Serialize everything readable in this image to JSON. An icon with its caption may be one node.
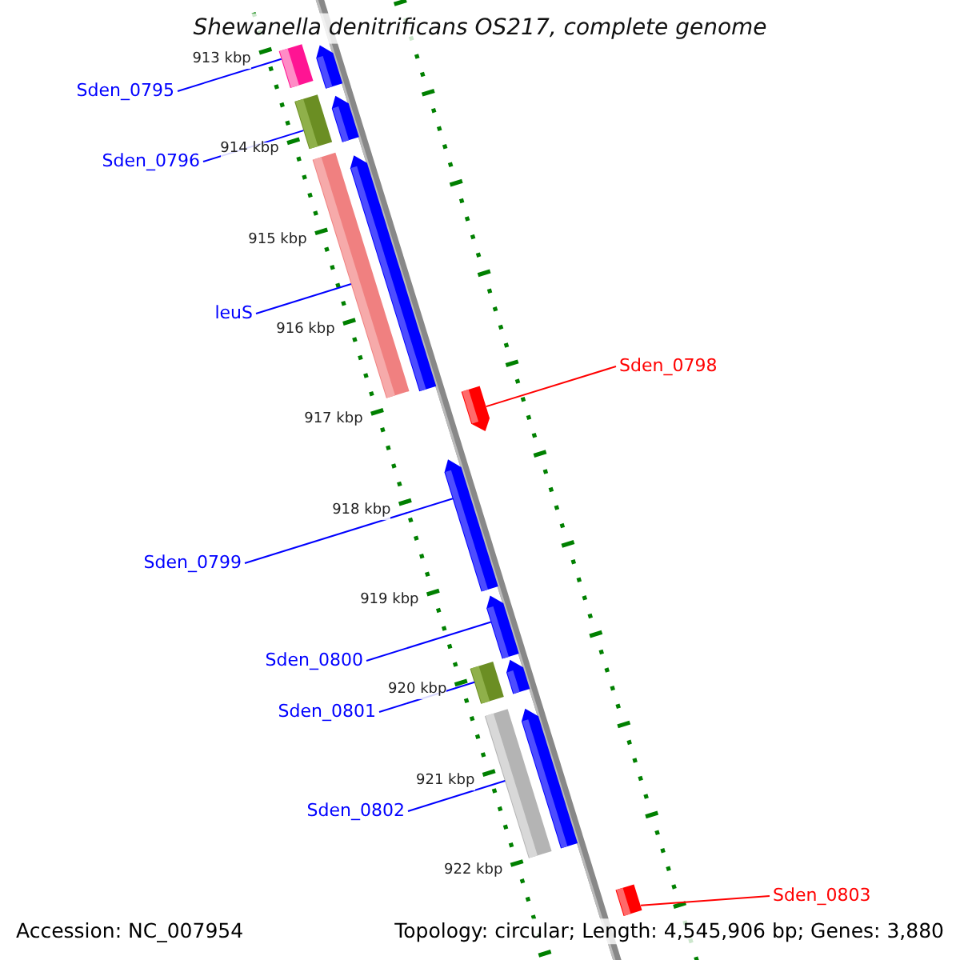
{
  "diagram": {
    "title": "Shewanella denitrificans OS217, complete genome",
    "nodes": [
      {
        "text": [
          "Sden_0795"
        ]
      },
      {
        "text": [
          "Sden_0796"
        ]
      },
      {
        "text": [
          "leuS"
        ]
      },
      {
        "text": [
          "Sden_0798"
        ]
      },
      {
        "text": [
          "Sden_0799"
        ]
      },
      {
        "text": [
          "Sden_0800"
        ]
      },
      {
        "text": [
          "Sden_0801"
        ]
      },
      {
        "text": [
          "Sden_0802"
        ]
      },
      {
        "text": [
          "Sden_0803"
        ]
      },
      {
        "text": [],
        "shape": "bar"
      },
      {
        "text": [],
        "shape": "bar"
      },
      {
        "text": [],
        "shape": "bar"
      },
      {
        "text": [],
        "shape": "arrow"
      },
      {
        "text": [],
        "shape": "arrow"
      },
      {
        "text": [],
        "shape": "arrow"
      },
      {
        "text": [],
        "shape": "bar"
      },
      {
        "text": [],
        "shape": "bar"
      },
      {
        "text": [],
        "shape": "bar"
      },
      {
        "text": [],
        "shape": "arrow"
      },
      {
        "text": [],
        "shape": "arrow"
      },
      {
        "text": [],
        "shape": "arrow"
      },
      {
        "text": [],
        "shape": "arrow"
      },
      {
        "text": [],
        "shape": "arrow"
      }
    ],
    "edges": [
      {
        "from": 0,
        "to": 9,
        "arrow": "none"
      },
      {
        "from": 1,
        "to": 10,
        "arrow": "none"
      },
      {
        "from": 2,
        "to": 11,
        "arrow": "none"
      },
      {
        "from": 3,
        "to": 12,
        "arrow": "none",
        "color": "#ff0000"
      },
      {
        "from": 4,
        "to": 13,
        "arrow": "none"
      },
      {
        "from": 5,
        "to": 14,
        "arrow": "none"
      },
      {
        "from": 6,
        "to": 15,
        "arrow": "none"
      },
      {
        "from": 7,
        "to": 16,
        "arrow": "none"
      },
      {
        "from": 8,
        "to": 17,
        "arrow": "none",
        "color": "#ff0000"
      }
    ],
    "labels": [
      "913 kbp",
      "914 kbp",
      "915 kbp",
      "916 kbp",
      "917 kbp",
      "918 kbp",
      "919 kbp",
      "920 kbp",
      "921 kbp",
      "922 kbp",
      "Accession: NC_007954",
      "Topology: circular; Length: 4,545,906 bp; Genes: 3,880"
    ]
  }
}
